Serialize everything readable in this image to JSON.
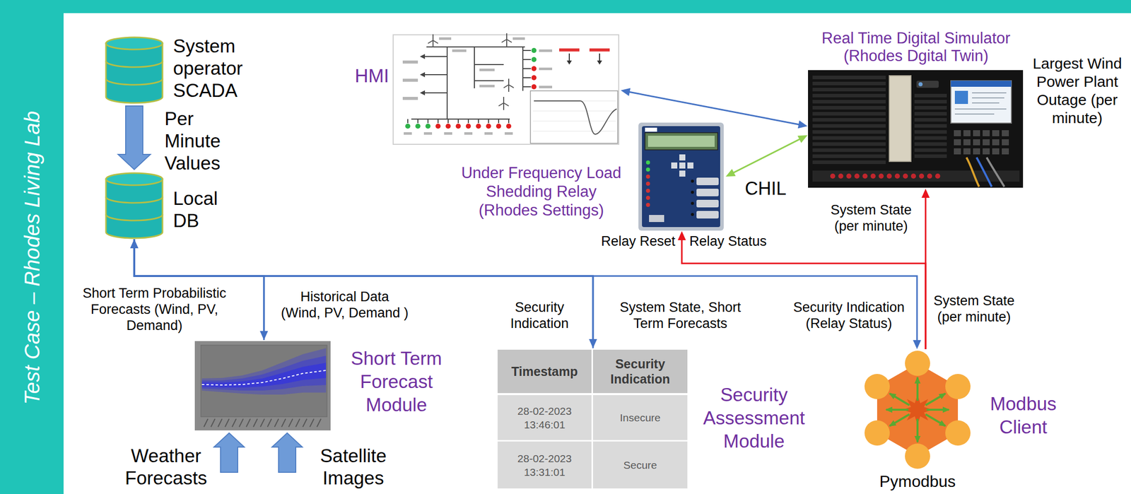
{
  "diagram": {
    "nodes": [
      {
        "text": [
          "System operator SCADA"
        ]
      },
      {
        "text": [
          "Local DB"
        ]
      },
      {
        "text": [
          "HMI"
        ]
      },
      {
        "text": [
          "Real Time Digital Simulator (Rhodes Dgital Twin)"
        ]
      },
      {
        "text": [
          "Under Frequency Load Shedding Relay (Rhodes Settings)"
        ]
      },
      {
        "text": [
          "Short Term Forecast Module"
        ]
      },
      {
        "text": [
          "Security Assessment Module"
        ]
      },
      {
        "text": [
          "Modbus Client",
          "Pymodbus"
        ]
      }
    ],
    "edges": [
      {
        "from": 0,
        "to": 1,
        "arrow": "to",
        "label": "Per Minute Values"
      },
      {
        "from": 2,
        "to": 3,
        "arrow": "both"
      },
      {
        "from": 4,
        "to": 3,
        "arrow": "both",
        "label": "CHIL"
      },
      {
        "from": 5,
        "to": 1,
        "arrow": "to",
        "label": "Short Term Probabilistic Forecasts (Wind, PV, Demand)"
      },
      {
        "from": 1,
        "to": 5,
        "arrow": "to",
        "label": "Historical Data (Wind, PV, Demand )"
      },
      {
        "from": 6,
        "to": 1,
        "arrow": "to",
        "label": "Security Indication"
      },
      {
        "from": 1,
        "to": 6,
        "arrow": "to",
        "label": "System State, Short Term Forecasts"
      },
      {
        "from": 1,
        "to": 7,
        "arrow": "to",
        "label": "Security Indication (Relay Status)"
      },
      {
        "from": 7,
        "to": 3,
        "arrow": "to",
        "label": "System State (per minute)"
      },
      {
        "from": 7,
        "to": 4,
        "arrow": "to",
        "label": "Relay Reset"
      }
    ],
    "labels": [
      "Test Case – Rhodes Living Lab",
      "Largest Wind Power Plant Outage (per minute)",
      "System State (per minute)",
      "Relay Status",
      "Weather Forecasts",
      "Satellite Images",
      "Timestamp",
      "Security Indication",
      "28-02-2023 13:46:01",
      "Insecure",
      "28-02-2023 13:31:01",
      "Secure"
    ]
  }
}
